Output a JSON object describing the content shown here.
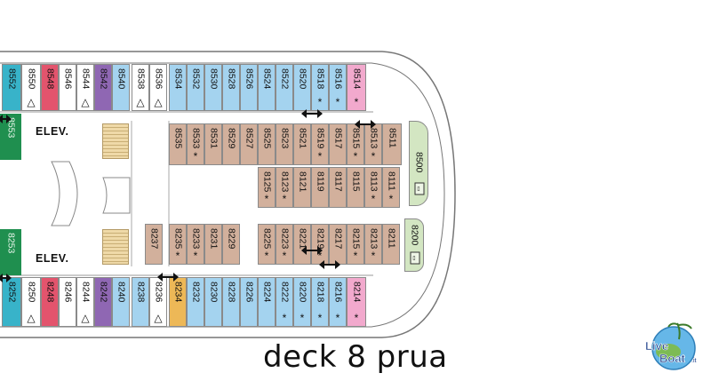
{
  "title": "deck 8 prua",
  "elevator_label": "ELEV.",
  "watermark": "LiveBoat.it",
  "colors": {
    "blue": "#a4d3ef",
    "tan": "#d2b09c",
    "pink": "#f2a9cd",
    "red": "#e3546d",
    "purple": "#8f67b3",
    "teal": "#38b3c9",
    "green": "#1f8f4f",
    "orange": "#edb857",
    "white": "#ffffff",
    "suite": "#d3e6c2"
  },
  "cabins": {
    "top_row": [
      {
        "id": "8552",
        "color": "teal",
        "mark": ""
      },
      {
        "id": "8550",
        "color": "white",
        "mark": "△"
      },
      {
        "id": "8548",
        "color": "red",
        "mark": ""
      },
      {
        "id": "8546",
        "color": "white",
        "mark": ""
      },
      {
        "id": "8544",
        "color": "white",
        "mark": "△"
      },
      {
        "id": "8542",
        "color": "purple",
        "mark": ""
      },
      {
        "id": "8540",
        "color": "blue",
        "mark": ""
      },
      {
        "id": "8538",
        "color": "white",
        "mark": "△"
      },
      {
        "id": "8536",
        "color": "white",
        "mark": "△"
      },
      {
        "id": "8534",
        "color": "blue",
        "mark": ""
      },
      {
        "id": "8532",
        "color": "blue",
        "mark": ""
      },
      {
        "id": "8530",
        "color": "blue",
        "mark": ""
      },
      {
        "id": "8528",
        "color": "blue",
        "mark": ""
      },
      {
        "id": "8526",
        "color": "blue",
        "mark": ""
      },
      {
        "id": "8524",
        "color": "blue",
        "mark": ""
      },
      {
        "id": "8522",
        "color": "blue",
        "mark": ""
      },
      {
        "id": "8520",
        "color": "blue",
        "mark": ""
      },
      {
        "id": "8518",
        "color": "blue",
        "mark": "*"
      },
      {
        "id": "8516",
        "color": "blue",
        "mark": "*"
      },
      {
        "id": "8514",
        "color": "pink",
        "mark": "*"
      }
    ],
    "bottom_row": [
      {
        "id": "8252",
        "color": "teal",
        "mark": ""
      },
      {
        "id": "8250",
        "color": "white",
        "mark": "△"
      },
      {
        "id": "8248",
        "color": "red",
        "mark": ""
      },
      {
        "id": "8246",
        "color": "white",
        "mark": ""
      },
      {
        "id": "8244",
        "color": "white",
        "mark": "△"
      },
      {
        "id": "8242",
        "color": "purple",
        "mark": ""
      },
      {
        "id": "8240",
        "color": "blue",
        "mark": ""
      },
      {
        "id": "8238",
        "color": "blue",
        "mark": ""
      },
      {
        "id": "8236",
        "color": "white",
        "mark": "△"
      },
      {
        "id": "8234",
        "color": "orange",
        "mark": ""
      },
      {
        "id": "8232",
        "color": "blue",
        "mark": ""
      },
      {
        "id": "8230",
        "color": "blue",
        "mark": ""
      },
      {
        "id": "8228",
        "color": "blue",
        "mark": ""
      },
      {
        "id": "8226",
        "color": "blue",
        "mark": ""
      },
      {
        "id": "8224",
        "color": "blue",
        "mark": ""
      },
      {
        "id": "8222",
        "color": "blue",
        "mark": "*"
      },
      {
        "id": "8220",
        "color": "blue",
        "mark": "*"
      },
      {
        "id": "8218",
        "color": "blue",
        "mark": "*"
      },
      {
        "id": "8216",
        "color": "blue",
        "mark": "*"
      },
      {
        "id": "8214",
        "color": "pink",
        "mark": "*"
      }
    ],
    "inner_upper": [
      {
        "id": "8535",
        "mark": ""
      },
      {
        "id": "8533",
        "mark": "*"
      },
      {
        "id": "8531",
        "mark": ""
      },
      {
        "id": "8529",
        "mark": ""
      },
      {
        "id": "8527",
        "mark": ""
      },
      {
        "id": "8525",
        "mark": ""
      },
      {
        "id": "8523",
        "mark": ""
      },
      {
        "id": "8521",
        "mark": ""
      },
      {
        "id": "8519",
        "mark": "*"
      },
      {
        "id": "8517",
        "mark": ""
      },
      {
        "id": "8515",
        "mark": "*"
      },
      {
        "id": "8513",
        "mark": "*"
      },
      {
        "id": "8511",
        "mark": ""
      }
    ],
    "inner_upper2": [
      {
        "id": "8125",
        "mark": "*"
      },
      {
        "id": "8123",
        "mark": "*"
      },
      {
        "id": "8121",
        "mark": ""
      },
      {
        "id": "8119",
        "mark": ""
      },
      {
        "id": "8117",
        "mark": ""
      },
      {
        "id": "8115",
        "mark": ""
      },
      {
        "id": "8113",
        "mark": "*"
      },
      {
        "id": "8111",
        "mark": "*"
      }
    ],
    "inner_lower": [
      {
        "id": "8235",
        "mark": "*"
      },
      {
        "id": "8233",
        "mark": "*"
      },
      {
        "id": "8231",
        "mark": ""
      },
      {
        "id": "8229",
        "mark": ""
      }
    ],
    "inner_lower2": [
      {
        "id": "8225",
        "mark": "*"
      },
      {
        "id": "8223",
        "mark": "*"
      },
      {
        "id": "8221",
        "mark": ""
      },
      {
        "id": "8219",
        "mark": "*"
      },
      {
        "id": "8217",
        "mark": ""
      },
      {
        "id": "8215",
        "mark": "*"
      },
      {
        "id": "8213",
        "mark": "*"
      },
      {
        "id": "8211",
        "mark": ""
      }
    ],
    "single": [
      {
        "id": "8237",
        "mark": ""
      }
    ],
    "green_blocks": [
      {
        "id": "8553"
      },
      {
        "id": "8253"
      }
    ],
    "suites": [
      {
        "id": "8500",
        "icon": "tv-icon"
      },
      {
        "id": "8200",
        "icon": "tv-icon"
      }
    ]
  }
}
